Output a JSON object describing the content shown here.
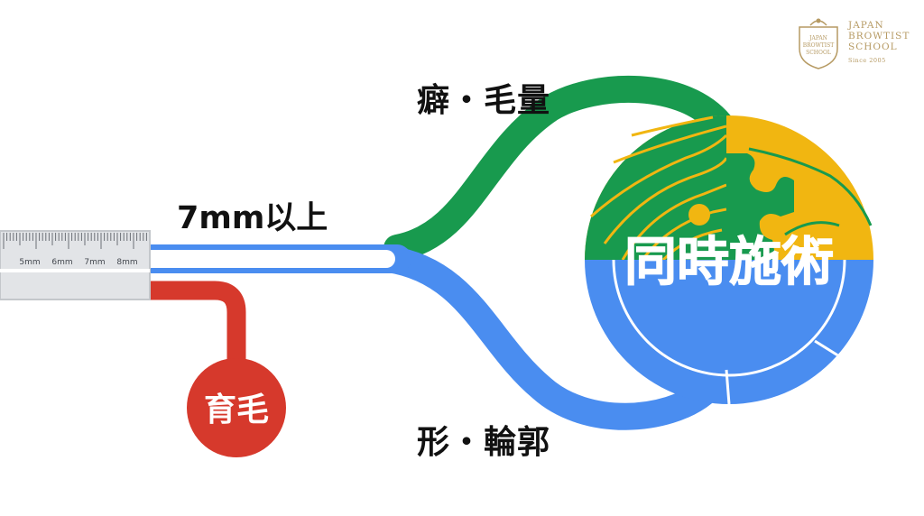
{
  "diagram": {
    "branch_top_label": "癖・毛量",
    "branch_middle_label": "7mm以上",
    "branch_bottom_label": "形・輪郭",
    "circle_label": "同時施術",
    "red_circle_label": "育毛",
    "ruler_ticks": [
      "5mm",
      "6mm",
      "7mm",
      "8mm"
    ]
  },
  "logo": {
    "line1": "JAPAN",
    "line2": "BROWTIST",
    "line3": "SCHOOL",
    "since": "Since 2005",
    "crest_text": [
      "JAPAN",
      "BROWTIST",
      "SCHOOL"
    ]
  },
  "colors": {
    "green": "#189a4e",
    "blue": "#4a8df0",
    "yellow": "#f1b611",
    "red": "#d6392c",
    "gold": "#b69a63",
    "ruler": "#e2e4e7"
  }
}
